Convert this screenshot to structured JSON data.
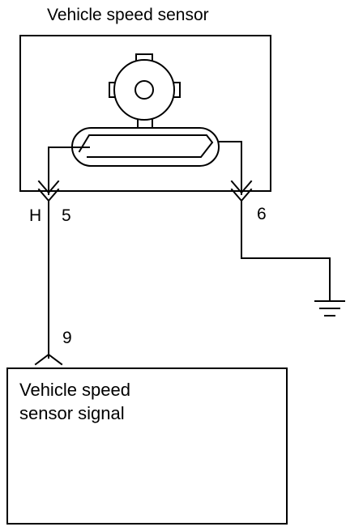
{
  "sensor": {
    "title": "Vehicle speed sensor"
  },
  "connectors": {
    "pin_5_color": "H",
    "pin_5": "5",
    "pin_6": "6",
    "pin_9": "9"
  },
  "module": {
    "label_line1": "Vehicle speed",
    "label_line2": "sensor signal"
  },
  "colors": {
    "line": "#000000",
    "background": "#ffffff"
  }
}
